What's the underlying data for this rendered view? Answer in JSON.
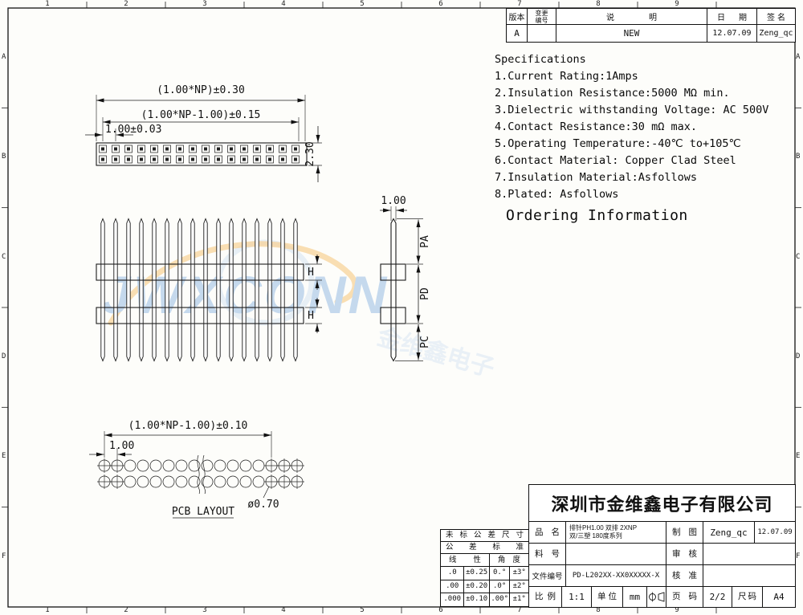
{
  "frame": {
    "columns": [
      "1",
      "2",
      "3",
      "4",
      "5",
      "6",
      "7",
      "8",
      "9"
    ],
    "rows": [
      "A",
      "B",
      "C",
      "D",
      "E",
      "F"
    ]
  },
  "revision_table": {
    "headers": {
      "version": "版本",
      "change_no": "变更\n编号",
      "description": "说明",
      "date": "日期",
      "sign": "签名"
    },
    "rows": [
      {
        "version": "A",
        "change_no": "",
        "description": "NEW",
        "date": "12.07.09",
        "sign": "Zeng_qc"
      }
    ]
  },
  "specifications": {
    "title": "Specifications",
    "items": [
      "1.Current Rating:1Amps",
      "2.Insulation Resistance:5000 MΩ min.",
      "3.Dielectric withstanding Voltage: AC 500V",
      "4.Contact Resistance:30 mΩ max.",
      "5.Operating Temperature:-40℃ to+105℃",
      "6.Contact Material: Copper Clad Steel",
      "7.Insulation Material:Asfollows",
      "8.Plated: Asfollows"
    ],
    "ordering_title": "Ordering Information"
  },
  "top_view": {
    "dim_overall": "(1.00*NP)±0.30",
    "dim_inner": "(1.00*NP-1.00)±0.15",
    "dim_pitch": "1.00±0.03",
    "dim_height": "2.30"
  },
  "side_view": {
    "dim_pin_width": "1.00",
    "label_h_upper": "H",
    "label_h_lower": "H",
    "label_pa": "PA",
    "label_pd": "PD",
    "label_pc": "PC"
  },
  "pcb_layout": {
    "dim_span": "(1.00*NP-1.00)±0.10",
    "dim_pitch": "1.00",
    "dim_hole": "ø0.70",
    "caption": "PCB LAYOUT"
  },
  "watermark": {
    "text": "JWXCONN",
    "text_cn": "金维鑫电子"
  },
  "company": {
    "name": "深圳市金维鑫电子有限公司"
  },
  "tolerance_table": {
    "title_row1": "未标公差尺寸",
    "title_row2": "公差标准",
    "col_linear": "线性",
    "col_angle": "角度",
    "rows": [
      {
        "lin": ".0",
        "lin_tol": "±0.25",
        "ang": "0.°",
        "ang_tol": "±3°"
      },
      {
        "lin": ".00",
        "lin_tol": "±0.20",
        "ang": ".0°",
        "ang_tol": "±2°"
      },
      {
        "lin": ".000",
        "lin_tol": "±0.10",
        "ang": ".00°",
        "ang_tol": "±1°"
      }
    ]
  },
  "title_block": {
    "product_label": "品名",
    "product_line1": "排针PH1.00 双排 2XNP",
    "product_line2": "双/三塑 180度系列",
    "part_label": "料号",
    "part_value": "",
    "file_label": "文件编号",
    "file_value": "PD-L202XX-XX0XXXXX-X",
    "drawn_label": "制图",
    "drawn_value": "Zeng_qc",
    "drawn_date": "12.07.09",
    "check_label": "审核",
    "check_value": "",
    "approve_label": "核准",
    "approve_value": "",
    "scale_label": "比例",
    "scale_value": "1:1",
    "unit_label": "单位",
    "unit_value": "mm",
    "page_label": "页码",
    "page_value": "2/2",
    "size_label": "尺码",
    "size_value": "A4"
  }
}
